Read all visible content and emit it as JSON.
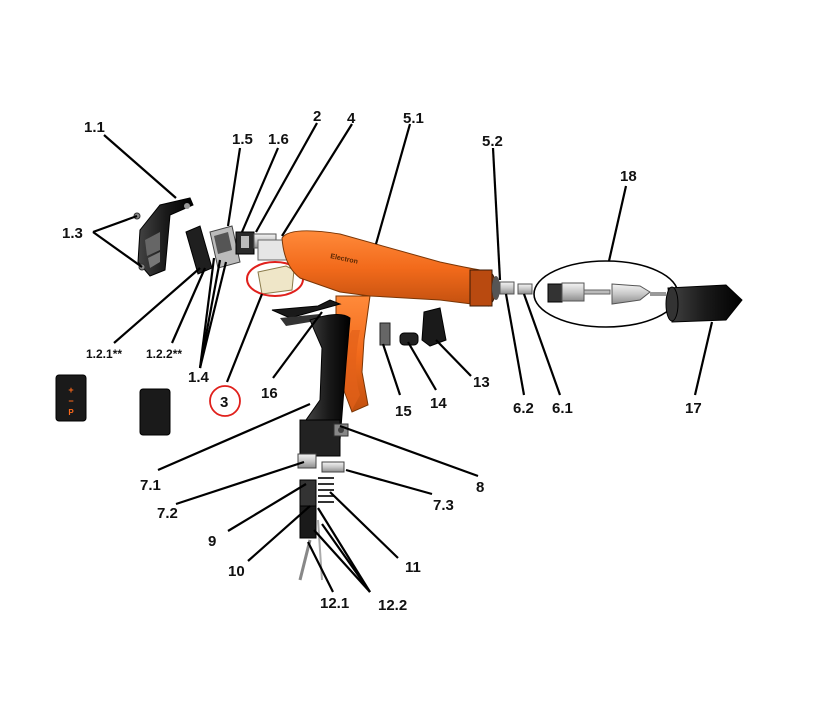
{
  "diagram": {
    "brand_text": "Electron",
    "labels": {
      "l_1_1": "1.1",
      "l_1_3": "1.3",
      "l_1_5": "1.5",
      "l_1_6": "1.6",
      "l_2": "2",
      "l_4": "4",
      "l_5_1": "5.1",
      "l_5_2": "5.2",
      "l_18": "18",
      "l_1_2_1": "1.2.1**",
      "l_1_2_2": "1.2.2**",
      "l_1_4": "1.4",
      "l_3": "3",
      "l_16": "16",
      "l_15": "15",
      "l_14": "14",
      "l_13": "13",
      "l_6_2": "6.2",
      "l_6_1": "6.1",
      "l_17": "17",
      "l_7_1": "7.1",
      "l_8": "8",
      "l_7_2": "7.2",
      "l_7_3": "7.3",
      "l_9": "9",
      "l_10": "10",
      "l_11": "11",
      "l_12_1": "12.1",
      "l_12_2": "12.2"
    },
    "keypad_symbols": {
      "plus": "+",
      "minus": "−",
      "p": "P"
    },
    "colors": {
      "orange": "#f26a1b",
      "orange_dark": "#c94d0c",
      "black": "#1a1a1a",
      "highlight_circle": "#e0201c"
    }
  }
}
